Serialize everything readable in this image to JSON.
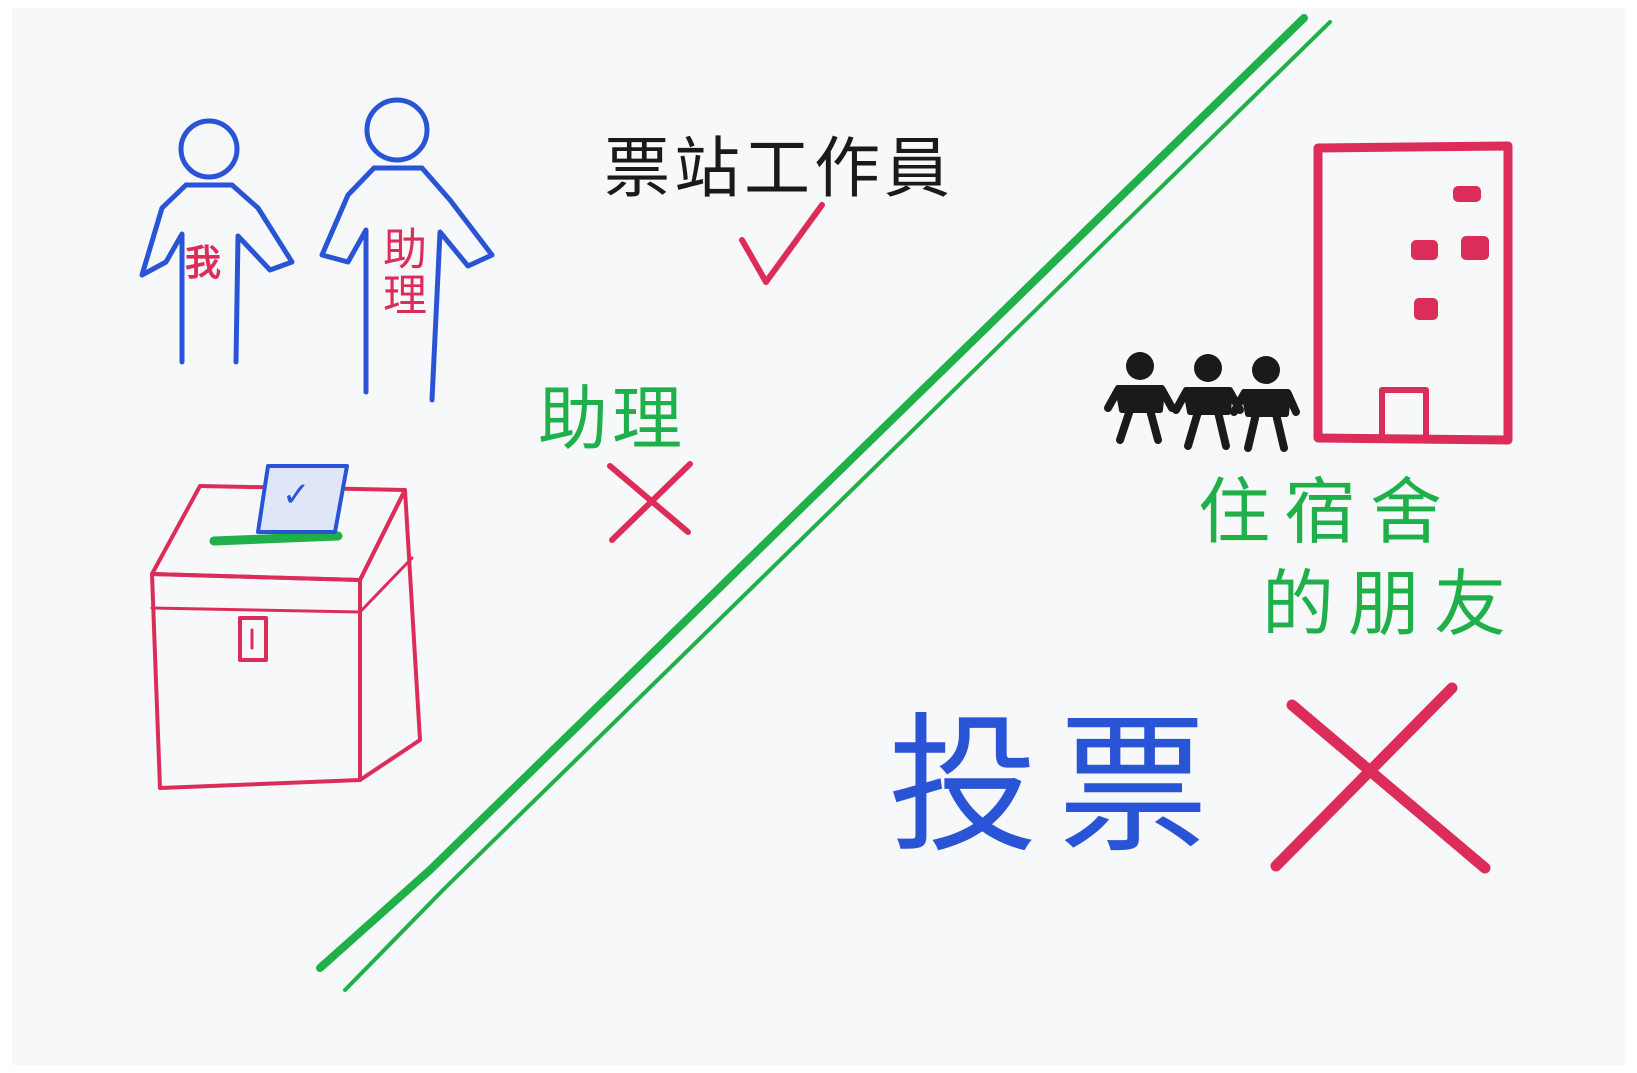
{
  "figures": {
    "me_label": "我",
    "assistant_label": "助理"
  },
  "staff": {
    "label": "票站工作員",
    "mark": "✓"
  },
  "assistant_note": {
    "label": "助理",
    "mark": "✕"
  },
  "ballot": {
    "mark": "✓"
  },
  "dorm": {
    "label_line1": "住宿舍",
    "label_line2": "的朋友"
  },
  "vote": {
    "label": "投票",
    "mark": "✕"
  },
  "colors": {
    "blue": "#2a54d6",
    "red": "#dc2d5a",
    "green": "#20b04a",
    "black": "#1a1a1a"
  }
}
